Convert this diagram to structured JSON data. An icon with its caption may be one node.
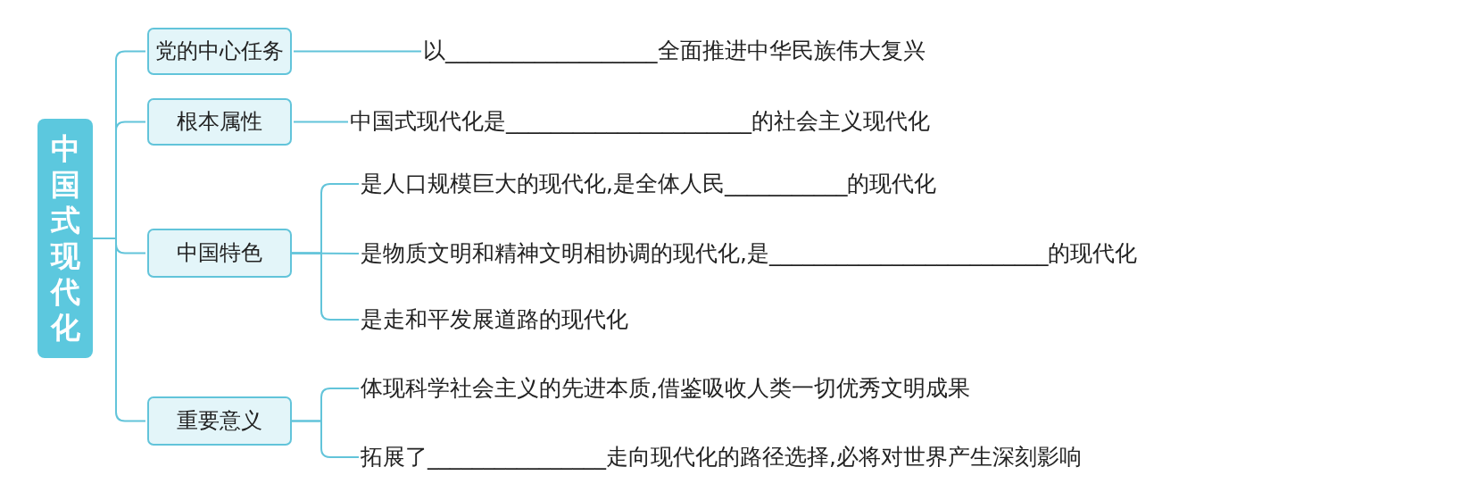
{
  "diagram": {
    "nodes": [
      {
        "text": [
          "中国式现代化"
        ]
      },
      {
        "text": [
          "党的中心任务"
        ]
      },
      {
        "text": [
          "根本属性"
        ]
      },
      {
        "text": [
          "中国特色"
        ]
      },
      {
        "text": [
          "重要意义"
        ]
      },
      {
        "text": [
          "以___________________全面推进中华民族伟大复兴"
        ]
      },
      {
        "text": [
          "中国式现代化是______________________的社会主义现代化"
        ]
      },
      {
        "text": [
          "是人口规模巨大的现代化,是全体人民___________的现代化"
        ]
      },
      {
        "text": [
          "是物质文明和精神文明相协调的现代化,是_________________________的现代化"
        ]
      },
      {
        "text": [
          "是走和平发展道路的现代化"
        ]
      },
      {
        "text": [
          "体现科学社会主义的先进本质,借鉴吸收人类一切优秀文明成果"
        ]
      },
      {
        "text": [
          "拓展了________________走向现代化的路径选择,必将对世界产生深刻影响"
        ]
      }
    ],
    "edges": [
      {
        "from": 0,
        "to": 1,
        "arrow": "none"
      },
      {
        "from": 0,
        "to": 2,
        "arrow": "none"
      },
      {
        "from": 0,
        "to": 3,
        "arrow": "none"
      },
      {
        "from": 0,
        "to": 4,
        "arrow": "none"
      },
      {
        "from": 1,
        "to": 5,
        "arrow": "none"
      },
      {
        "from": 2,
        "to": 6,
        "arrow": "none"
      },
      {
        "from": 3,
        "to": 7,
        "arrow": "none"
      },
      {
        "from": 3,
        "to": 8,
        "arrow": "none"
      },
      {
        "from": 3,
        "to": 9,
        "arrow": "none"
      },
      {
        "from": 4,
        "to": 10,
        "arrow": "none"
      },
      {
        "from": 4,
        "to": 11,
        "arrow": "none"
      }
    ]
  }
}
